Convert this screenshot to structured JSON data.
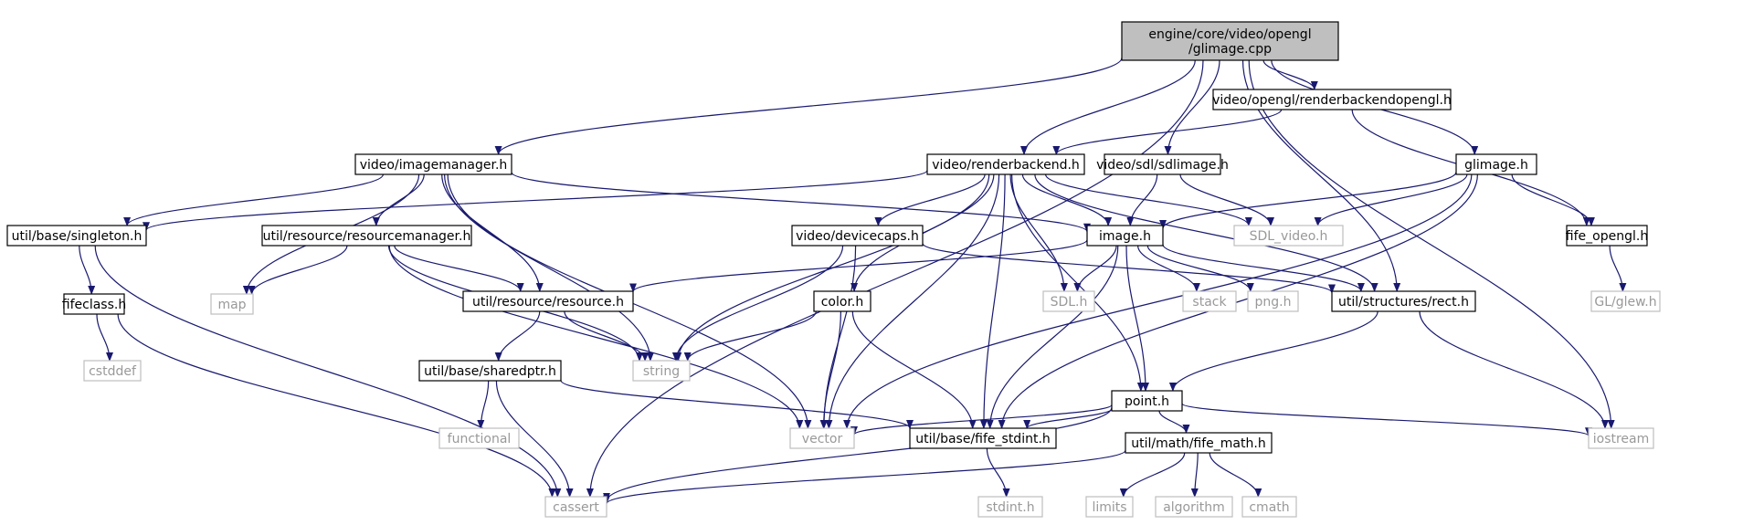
{
  "colors": {
    "edge": "#191970",
    "root_fill": "#bfbfbf",
    "node_stroke": "#000000",
    "system_stroke": "#bfbfbf",
    "system_text": "#999999",
    "text": "#000000"
  },
  "nodes": [
    {
      "id": "root",
      "label_lines": [
        "engine/core/video/opengl",
        "/glimage.cpp"
      ],
      "kind": "root"
    },
    {
      "id": "renderbackendopengl",
      "label_lines": [
        "video/opengl/renderbackendopengl.h"
      ],
      "kind": "project"
    },
    {
      "id": "imagemanager",
      "label_lines": [
        "video/imagemanager.h"
      ],
      "kind": "project"
    },
    {
      "id": "renderbackend",
      "label_lines": [
        "video/renderbackend.h"
      ],
      "kind": "project"
    },
    {
      "id": "sdlimage",
      "label_lines": [
        "video/sdl/sdlimage.h"
      ],
      "kind": "project"
    },
    {
      "id": "glimage",
      "label_lines": [
        "glimage.h"
      ],
      "kind": "project"
    },
    {
      "id": "singleton",
      "label_lines": [
        "util/base/singleton.h"
      ],
      "kind": "project"
    },
    {
      "id": "resourcemanager",
      "label_lines": [
        "util/resource/resourcemanager.h"
      ],
      "kind": "project"
    },
    {
      "id": "devicecaps",
      "label_lines": [
        "video/devicecaps.h"
      ],
      "kind": "project"
    },
    {
      "id": "image",
      "label_lines": [
        "image.h"
      ],
      "kind": "project"
    },
    {
      "id": "sdlvideo",
      "label_lines": [
        "SDL_video.h"
      ],
      "kind": "system"
    },
    {
      "id": "fifeopengl",
      "label_lines": [
        "fife_opengl.h"
      ],
      "kind": "project"
    },
    {
      "id": "fifeclass",
      "label_lines": [
        "fifeclass.h"
      ],
      "kind": "project"
    },
    {
      "id": "map",
      "label_lines": [
        "map"
      ],
      "kind": "system"
    },
    {
      "id": "resource",
      "label_lines": [
        "util/resource/resource.h"
      ],
      "kind": "project"
    },
    {
      "id": "color",
      "label_lines": [
        "color.h"
      ],
      "kind": "project"
    },
    {
      "id": "sdlh",
      "label_lines": [
        "SDL.h"
      ],
      "kind": "system"
    },
    {
      "id": "stack",
      "label_lines": [
        "stack"
      ],
      "kind": "system"
    },
    {
      "id": "png",
      "label_lines": [
        "png.h"
      ],
      "kind": "system"
    },
    {
      "id": "rect",
      "label_lines": [
        "util/structures/rect.h"
      ],
      "kind": "project"
    },
    {
      "id": "glew",
      "label_lines": [
        "GL/glew.h"
      ],
      "kind": "system"
    },
    {
      "id": "cstddef",
      "label_lines": [
        "cstddef"
      ],
      "kind": "system"
    },
    {
      "id": "sharedptr",
      "label_lines": [
        "util/base/sharedptr.h"
      ],
      "kind": "project"
    },
    {
      "id": "string",
      "label_lines": [
        "string"
      ],
      "kind": "system"
    },
    {
      "id": "point",
      "label_lines": [
        "point.h"
      ],
      "kind": "project"
    },
    {
      "id": "functional",
      "label_lines": [
        "functional"
      ],
      "kind": "system"
    },
    {
      "id": "vector",
      "label_lines": [
        "vector"
      ],
      "kind": "system"
    },
    {
      "id": "stdint_fife",
      "label_lines": [
        "util/base/fife_stdint.h"
      ],
      "kind": "project"
    },
    {
      "id": "fifemath",
      "label_lines": [
        "util/math/fife_math.h"
      ],
      "kind": "project"
    },
    {
      "id": "iostream",
      "label_lines": [
        "iostream"
      ],
      "kind": "system"
    },
    {
      "id": "cassert",
      "label_lines": [
        "cassert"
      ],
      "kind": "system"
    },
    {
      "id": "stdinth",
      "label_lines": [
        "stdint.h"
      ],
      "kind": "system"
    },
    {
      "id": "limits",
      "label_lines": [
        "limits"
      ],
      "kind": "system"
    },
    {
      "id": "algorithm",
      "label_lines": [
        "algorithm"
      ],
      "kind": "system"
    },
    {
      "id": "cmath",
      "label_lines": [
        "cmath"
      ],
      "kind": "system"
    }
  ],
  "edges": [
    [
      "root",
      "renderbackendopengl"
    ],
    [
      "root",
      "imagemanager"
    ],
    [
      "root",
      "renderbackend"
    ],
    [
      "root",
      "sdlimage"
    ],
    [
      "root",
      "glimage"
    ],
    [
      "root",
      "rect"
    ],
    [
      "root",
      "iostream"
    ],
    [
      "root",
      "cassert"
    ],
    [
      "renderbackendopengl",
      "renderbackend"
    ],
    [
      "renderbackendopengl",
      "fifeopengl"
    ],
    [
      "imagemanager",
      "singleton"
    ],
    [
      "imagemanager",
      "resourcemanager"
    ],
    [
      "imagemanager",
      "resource"
    ],
    [
      "imagemanager",
      "image"
    ],
    [
      "imagemanager",
      "map"
    ],
    [
      "imagemanager",
      "string"
    ],
    [
      "imagemanager",
      "vector"
    ],
    [
      "renderbackend",
      "singleton"
    ],
    [
      "renderbackend",
      "devicecaps"
    ],
    [
      "renderbackend",
      "image"
    ],
    [
      "renderbackend",
      "sdlvideo"
    ],
    [
      "renderbackend",
      "color"
    ],
    [
      "renderbackend",
      "sdlh"
    ],
    [
      "renderbackend",
      "rect"
    ],
    [
      "renderbackend",
      "string"
    ],
    [
      "renderbackend",
      "vector"
    ],
    [
      "renderbackend",
      "point"
    ],
    [
      "renderbackend",
      "stdint_fife"
    ],
    [
      "sdlimage",
      "image"
    ],
    [
      "sdlimage",
      "sdlvideo"
    ],
    [
      "glimage",
      "image"
    ],
    [
      "glimage",
      "sdlvideo"
    ],
    [
      "glimage",
      "fifeopengl"
    ],
    [
      "glimage",
      "vector"
    ],
    [
      "glimage",
      "stdint_fife"
    ],
    [
      "singleton",
      "fifeclass"
    ],
    [
      "singleton",
      "cassert"
    ],
    [
      "resourcemanager",
      "resource"
    ],
    [
      "resourcemanager",
      "map"
    ],
    [
      "resourcemanager",
      "string"
    ],
    [
      "resourcemanager",
      "vector"
    ],
    [
      "devicecaps",
      "rect"
    ],
    [
      "devicecaps",
      "string"
    ],
    [
      "devicecaps",
      "vector"
    ],
    [
      "image",
      "resource"
    ],
    [
      "image",
      "sdlh"
    ],
    [
      "image",
      "stack"
    ],
    [
      "image",
      "png"
    ],
    [
      "image",
      "rect"
    ],
    [
      "image",
      "point"
    ],
    [
      "image",
      "stdint_fife"
    ],
    [
      "fifeopengl",
      "glew"
    ],
    [
      "fifeclass",
      "cstddef"
    ],
    [
      "fifeclass",
      "cassert"
    ],
    [
      "resource",
      "sharedptr"
    ],
    [
      "resource",
      "string"
    ],
    [
      "color",
      "string"
    ],
    [
      "color",
      "vector"
    ],
    [
      "color",
      "stdint_fife"
    ],
    [
      "rect",
      "point"
    ],
    [
      "rect",
      "iostream"
    ],
    [
      "sharedptr",
      "functional"
    ],
    [
      "sharedptr",
      "cassert"
    ],
    [
      "sharedptr",
      "stdint_fife"
    ],
    [
      "point",
      "vector"
    ],
    [
      "point",
      "stdint_fife"
    ],
    [
      "point",
      "fifemath"
    ],
    [
      "point",
      "iostream"
    ],
    [
      "point",
      "cassert"
    ],
    [
      "stdint_fife",
      "stdinth"
    ],
    [
      "fifemath",
      "cassert"
    ],
    [
      "fifemath",
      "limits"
    ],
    [
      "fifemath",
      "algorithm"
    ],
    [
      "fifemath",
      "cmath"
    ]
  ]
}
